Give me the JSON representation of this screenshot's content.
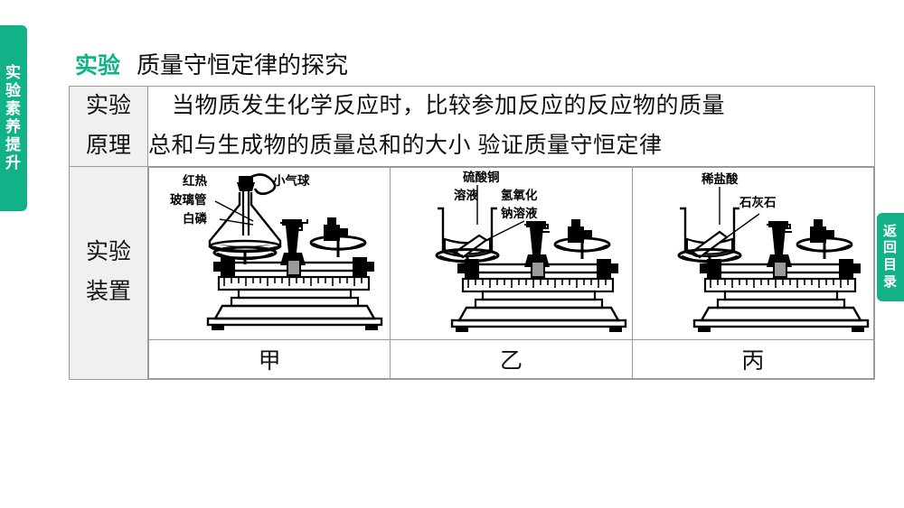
{
  "left_tab": {
    "name": "experiment-literacy-tab",
    "chars": [
      "实",
      "验",
      "素",
      "养",
      "提",
      "升"
    ],
    "color": "#13B187"
  },
  "right_tab": {
    "name": "return-to-contents-tab",
    "chars": [
      "返",
      "回",
      "目",
      "录"
    ],
    "color": "#13B187"
  },
  "title": {
    "tag": "实验",
    "text": "质量守恒定律的探究",
    "tag_color": "#13B187",
    "text_color": "#111111"
  },
  "table": {
    "rows": [
      {
        "header_chars": [
          "实验",
          "原理"
        ],
        "header_full": "实验原理",
        "content_line1": "当物质发生化学反应时，比较参加反应的反应物的质量",
        "content_line2": "总和与生成物的质量总和的大小  验证质量守恒定律"
      },
      {
        "header_chars": [
          "实验",
          "装置"
        ],
        "header_full": "实验装置"
      }
    ],
    "apparatus": [
      {
        "caption": "甲",
        "labels": [
          "红热",
          "玻璃管",
          "白磷",
          "小气球"
        ],
        "vessel": "conical-flask-with-stopper-and-balloon"
      },
      {
        "caption": "乙",
        "labels": [
          "硫酸铜",
          "溶液",
          "氢氧化",
          "钠溶液"
        ],
        "vessel": "beaker-with-test-tube"
      },
      {
        "caption": "丙",
        "labels": [
          "稀盐酸",
          "石灰石"
        ],
        "vessel": "beaker-with-test-tube"
      }
    ]
  }
}
